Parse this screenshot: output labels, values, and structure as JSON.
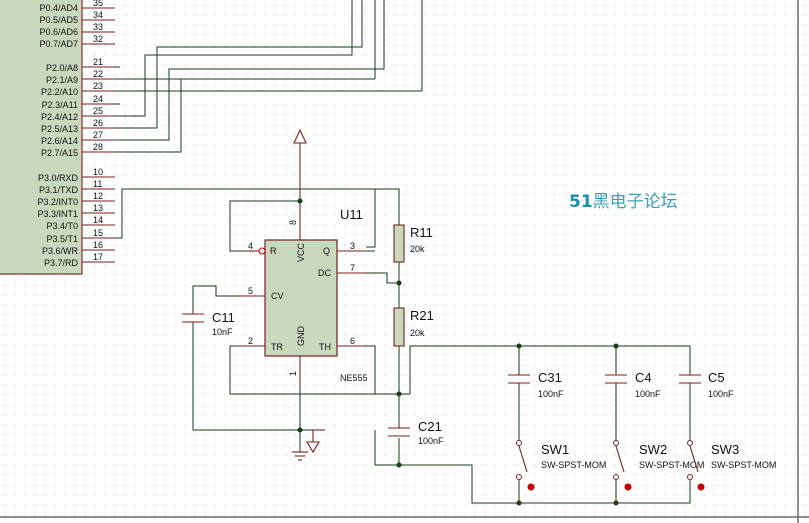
{
  "mcu": {
    "pins_top": [
      {
        "label": "P0.4/AD4",
        "num": "35"
      },
      {
        "label": "P0.5/AD5",
        "num": "34"
      },
      {
        "label": "P0.6/AD6",
        "num": "33"
      },
      {
        "label": "P0.7/AD7",
        "num": "32"
      }
    ],
    "pins_p2": [
      {
        "label": "P2.0/A8",
        "num": "21"
      },
      {
        "label": "P2.1/A9",
        "num": "22"
      },
      {
        "label": "P2.2/A10",
        "num": "23"
      },
      {
        "label": "P2.3/A11",
        "num": "24"
      },
      {
        "label": "P2.4/A12",
        "num": "25"
      },
      {
        "label": "P2.5/A13",
        "num": "26"
      },
      {
        "label": "P2.6/A14",
        "num": "27"
      },
      {
        "label": "P2.7/A15",
        "num": "28"
      }
    ],
    "pins_p3": [
      {
        "label": "P3.0/RXD",
        "num": "10"
      },
      {
        "label": "P3.1/TXD",
        "num": "11"
      },
      {
        "label": "P3.2/INT0",
        "num": "12"
      },
      {
        "label": "P3.3/INT1",
        "num": "13"
      },
      {
        "label": "P3.4/T0",
        "num": "14"
      },
      {
        "label": "P3.5/T1",
        "num": "15"
      },
      {
        "label": "P3.6/WR",
        "num": "16"
      },
      {
        "label": "P3.7/RD",
        "num": "17"
      }
    ]
  },
  "timer": {
    "ref": "U11",
    "part": "NE555",
    "pin_labels": {
      "r": "R",
      "vcc": "VCC",
      "q": "Q",
      "dc": "DC",
      "cv": "CV",
      "tr": "TR",
      "gnd": "GND",
      "th": "TH"
    },
    "pin_nums": {
      "r": "4",
      "vcc": "8",
      "q": "3",
      "dc": "7",
      "cv": "5",
      "tr": "2",
      "gnd": "1",
      "th": "6"
    }
  },
  "resistors": [
    {
      "ref": "R11",
      "value": "20k"
    },
    {
      "ref": "R21",
      "value": "20k"
    }
  ],
  "capacitors": [
    {
      "ref": "C11",
      "value": "10nF"
    },
    {
      "ref": "C21",
      "value": "100nF"
    },
    {
      "ref": "C31",
      "value": "100nF"
    },
    {
      "ref": "C4",
      "value": "100nF"
    },
    {
      "ref": "C5",
      "value": "100nF"
    }
  ],
  "switches": [
    {
      "ref": "SW1",
      "value": "SW-SPST-MOM"
    },
    {
      "ref": "SW2",
      "value": "SW-SPST-MOM"
    },
    {
      "ref": "SW3",
      "value": "SW-SPST-MOM"
    }
  ],
  "watermark": {
    "prefix": "51",
    "rest": "黑电子论坛",
    "prefix_color": "#1a8fb0",
    "rest_color": "#3aa0b8"
  }
}
